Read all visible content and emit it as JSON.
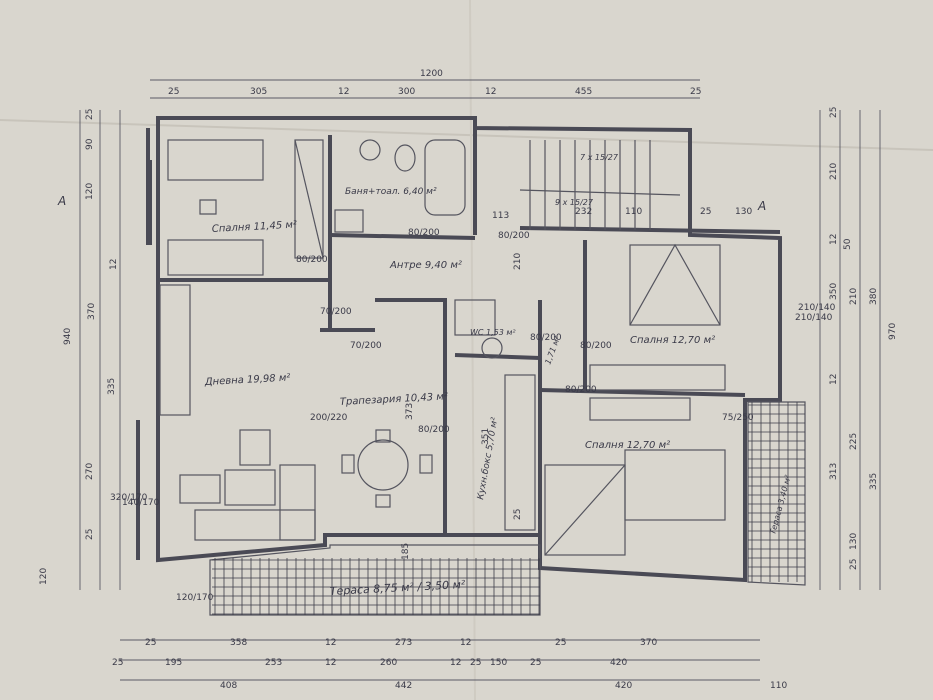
{
  "plan": {
    "section_marks": [
      "A",
      "A"
    ],
    "top_dims": {
      "total": "1200",
      "segments": [
        "25",
        "305",
        "12",
        "300",
        "12",
        "455",
        "25"
      ]
    },
    "rooms": [
      {
        "id": "bedroom1",
        "label": "Спалня 11,45 м²"
      },
      {
        "id": "bath",
        "label": "Баня+тоал. 6,40 м²"
      },
      {
        "id": "hall",
        "label": "Антре 9,40 м²"
      },
      {
        "id": "living",
        "label": "Дневна 19,98 м²"
      },
      {
        "id": "dining",
        "label": "Трапезария 10,43 м²"
      },
      {
        "id": "kitchen",
        "label": "Кухн.бокс 5,70 м²"
      },
      {
        "id": "wc",
        "label": "WC 1,53 м²"
      },
      {
        "id": "corridor",
        "label": "1,71 м²"
      },
      {
        "id": "bedroom2",
        "label": "Спалня 12,70 м²"
      },
      {
        "id": "bedroom3",
        "label": "Спалня 12,70 м²"
      },
      {
        "id": "terrace",
        "label": "Тераса 8,75 м² / 3,50 м²"
      },
      {
        "id": "terrace_side",
        "label": "Тераса 3,40 м²"
      },
      {
        "id": "stair_up",
        "label": "7 x 15/27"
      },
      {
        "id": "stair_dn",
        "label": "9 x 15/27"
      }
    ],
    "door_labels": [
      "80/200",
      "80/200",
      "70/200",
      "70/200",
      "80/200",
      "80/200",
      "80/200",
      "80/200",
      "200/220",
      "80/200",
      "140/170",
      "210/140",
      "210/140",
      "320/170",
      "120/170",
      "75/250"
    ],
    "left_dims": [
      "25",
      "90",
      "120",
      "12",
      "370",
      "335",
      "270",
      "25",
      "120",
      "940"
    ],
    "right_dims": [
      "25",
      "210",
      "12",
      "350",
      "210",
      "380",
      "12",
      "225",
      "313",
      "335",
      "130",
      "25",
      "970",
      "50"
    ],
    "bottom_dims": {
      "row1": [
        "25",
        "358",
        "12",
        "273",
        "12",
        "25",
        "370"
      ],
      "row2": [
        "25",
        "195",
        "253",
        "12",
        "260",
        "12",
        "25",
        "150",
        "25",
        "420"
      ],
      "row3": [
        "408",
        "442",
        "420",
        "110"
      ]
    },
    "inner_dims": [
      "113",
      "232",
      "110",
      "25",
      "130",
      "210",
      "373",
      "351",
      "25",
      "185"
    ]
  }
}
